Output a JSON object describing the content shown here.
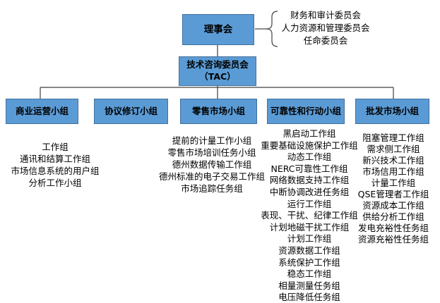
{
  "diagram": {
    "board": {
      "label": "理事会"
    },
    "board_committees": [
      "财务和审计委员会",
      "人力资源和管理委员会",
      "任命委员会"
    ],
    "tac": {
      "line1": "技术咨询委员会",
      "line2": "（TAC）"
    },
    "subcommittees": [
      {
        "label": "商业运营小组",
        "children": [
          "工作组",
          "通讯和结算工作组",
          "市场信息系统的用户组",
          "分析工作小组"
        ]
      },
      {
        "label": "协议修订小组",
        "children": []
      },
      {
        "label": "零售市场小组",
        "children": [
          "提前的计量工作小组",
          "零售市场培训任务小组",
          "德州数据传输工作组",
          "德州标准的电子交易工作组",
          "市场追踪任务组"
        ]
      },
      {
        "label": "可靠性和行动小组",
        "children": [
          "黑启动工作组",
          "重要基础设施保护工作组",
          "动态工作组",
          "NERC可靠性工作组",
          "网络数据支持工作组",
          "中断协调改进任务组",
          "运行工作组",
          "表现、干扰、纪律工作组",
          "计划地磁干扰工作组",
          "计划工作组",
          "资源数据工作组",
          "系统保护工作组",
          "稳态工作组",
          "相量测量任务组",
          "电压降低任务组"
        ]
      },
      {
        "label": "批发市场小组",
        "children": [
          "阻塞管理工作组",
          "需求侧工作组",
          "新兴技术工作组",
          "市场信用工作组",
          "计量工作组",
          "QSE管理者工作组",
          "资源成本工作组",
          "供给分析工作组",
          "发电充裕性任务组",
          "资源充裕性任务组"
        ]
      }
    ],
    "colors": {
      "box_fill": "#5B9BD5",
      "box_border": "#41719C",
      "connector": "#404040",
      "text": "#000000"
    }
  }
}
